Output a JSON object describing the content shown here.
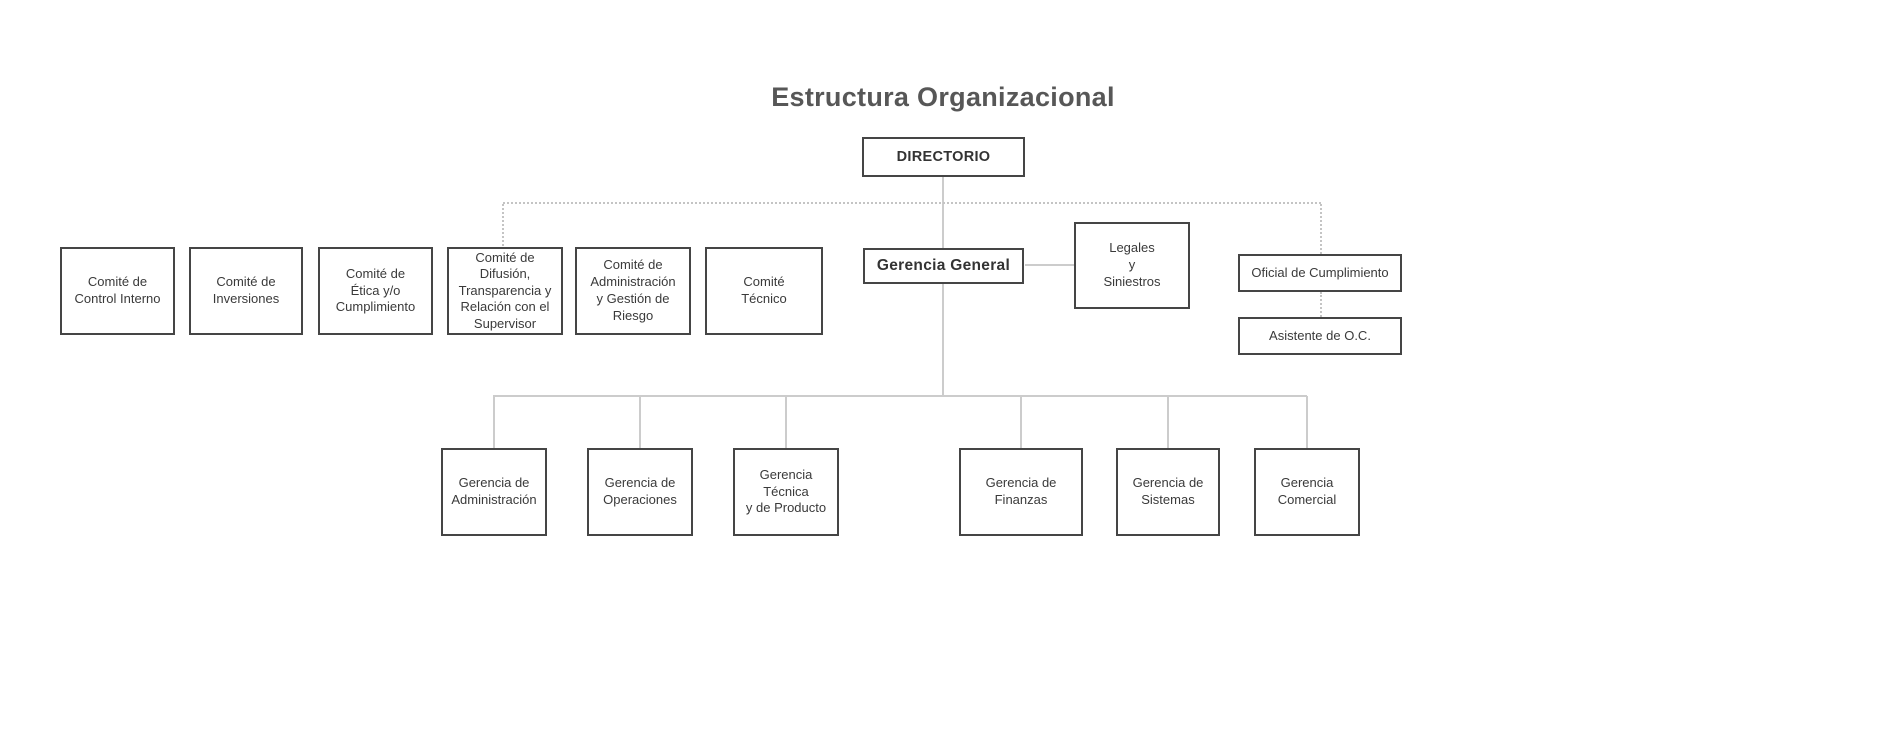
{
  "title": "Estructura Organizacional",
  "colors": {
    "node_border": "#454545",
    "node_text": "#3a3a3a",
    "title_text": "#575757",
    "solid_connector": "#cccccc",
    "dotted_connector": "#c4c4c4",
    "background": "#ffffff"
  },
  "nodes": {
    "directorio": {
      "label": "DIRECTORIO"
    },
    "gerencia_general": {
      "label": "Gerencia General"
    },
    "legales_siniestros": {
      "label": "Legales\ny\nSiniestros"
    },
    "oficial_cumplimiento": {
      "label": "Oficial de Cumplimiento"
    },
    "asistente_oc": {
      "label": "Asistente de O.C."
    }
  },
  "committees": [
    {
      "label": "Comité de\nControl Interno"
    },
    {
      "label": "Comité de\nInversiones"
    },
    {
      "label": "Comité de\nÉtica y/o\nCumplimiento"
    },
    {
      "label": "Comité de\nDifusión,\nTransparencia y\nRelación con el\nSupervisor"
    },
    {
      "label": "Comité de\nAdministración\ny Gestión de\nRiesgo"
    },
    {
      "label": "Comité\nTécnico"
    }
  ],
  "gerencias": [
    {
      "label": "Gerencia de\nAdministración"
    },
    {
      "label": "Gerencia de\nOperaciones"
    },
    {
      "label": "Gerencia Técnica\ny de Producto"
    },
    {
      "label": "Gerencia de\nFinanzas"
    },
    {
      "label": "Gerencia de\nSistemas"
    },
    {
      "label": "Gerencia\nComercial"
    }
  ]
}
